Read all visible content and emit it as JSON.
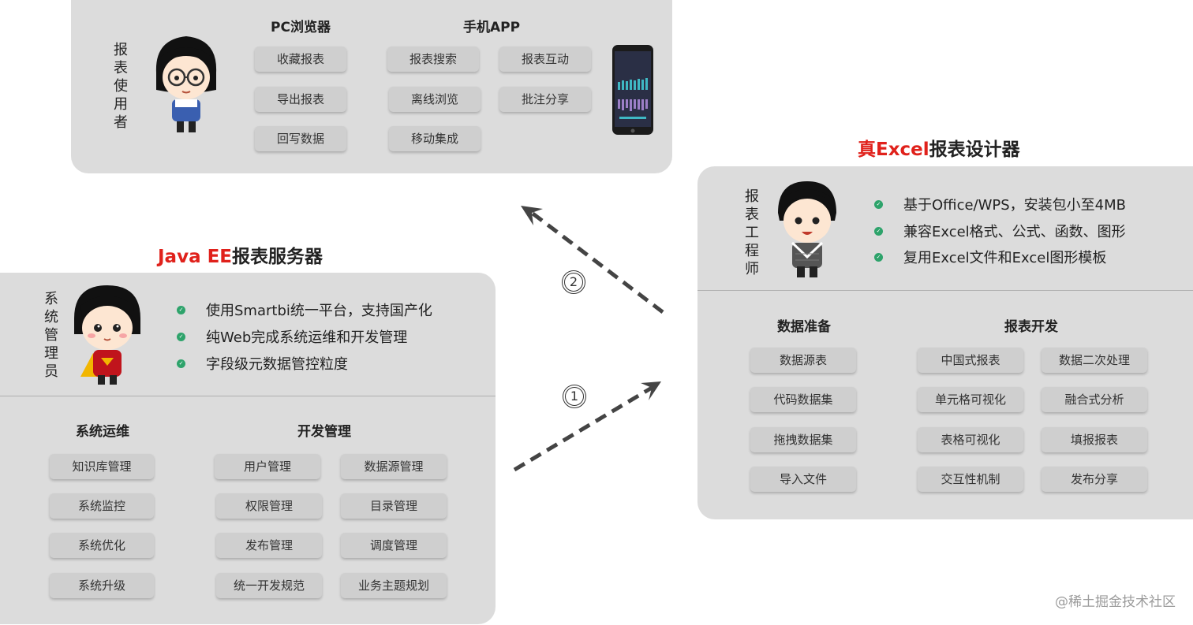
{
  "top_panel": {
    "role": "报表使用者",
    "pc_title": "PC浏览器",
    "pc_buttons": [
      "收藏报表",
      "导出报表",
      "回写数据"
    ],
    "app_title": "手机APP",
    "app_buttons": [
      "报表搜索",
      "报表互动",
      "离线浏览",
      "批注分享",
      "移动集成"
    ]
  },
  "server": {
    "heading_accent": "Java EE",
    "heading_rest": "报表服务器",
    "role": "系统管理员",
    "features": [
      "使用Smartbi统一平台，支持国产化",
      "纯Web完成系统运维和开发管理",
      "字段级元数据管控粒度"
    ],
    "ops_title": "系统运维",
    "ops_buttons": [
      "知识库管理",
      "系统监控",
      "系统优化",
      "系统升级"
    ],
    "dev_title": "开发管理",
    "dev_buttons": [
      "用户管理",
      "数据源管理",
      "权限管理",
      "目录管理",
      "发布管理",
      "调度管理",
      "统一开发规范",
      "业务主题规划"
    ]
  },
  "designer": {
    "heading_accent": "真Excel",
    "heading_rest": "报表设计器",
    "role": "报表工程师",
    "features": [
      "基于Office/WPS，安装包小至4MB",
      "兼容Excel格式、公式、函数、图形",
      "复用Excel文件和Excel图形模板"
    ],
    "prep_title": "数据准备",
    "prep_buttons": [
      "数据源表",
      "代码数据集",
      "拖拽数据集",
      "导入文件"
    ],
    "dev_title": "报表开发",
    "dev_buttons": [
      "中国式报表",
      "数据二次处理",
      "单元格可视化",
      "融合式分析",
      "表格可视化",
      "填报报表",
      "交互性机制",
      "发布分享"
    ]
  },
  "flow": {
    "step1": "1",
    "step2": "2"
  },
  "watermark": "@稀土掘金技术社区",
  "colors": {
    "accent": "#e0211b",
    "panel": "#dcdcdc",
    "button": "#cfcfcf",
    "check": "#2ea36b",
    "arrow": "#444444"
  }
}
